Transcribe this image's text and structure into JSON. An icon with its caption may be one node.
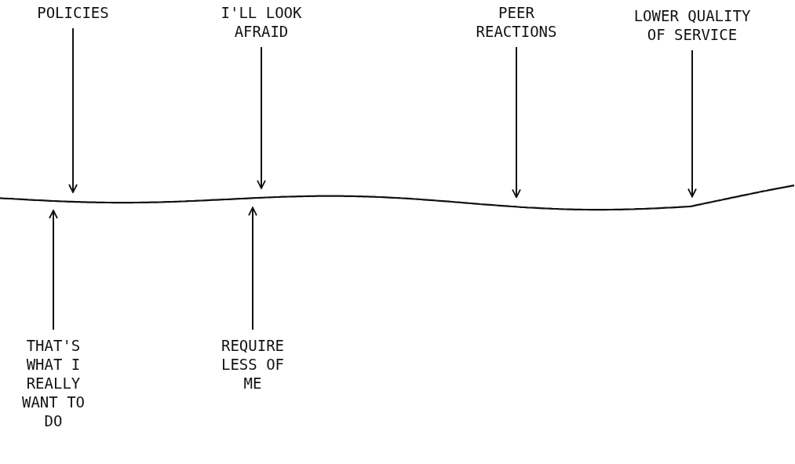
{
  "diagram": {
    "nodes": [
      {
        "text": [
          "POLICIES"
        ]
      },
      {
        "text": [
          "I'LL LOOK AFRAID"
        ]
      },
      {
        "text": [
          "PEER REACTIONS"
        ]
      },
      {
        "text": [
          "LOWER QUALITY OF SERVICE"
        ]
      },
      {
        "text": [],
        "shape": "line"
      },
      {
        "text": [
          "THAT'S WHAT I REALLY WANT TO DO"
        ]
      },
      {
        "text": [
          "REQUIRE LESS OF ME"
        ]
      }
    ],
    "edges": [
      {
        "from": 0,
        "to": 4,
        "arrow": "to"
      },
      {
        "from": 1,
        "to": 4,
        "arrow": "to"
      },
      {
        "from": 2,
        "to": 4,
        "arrow": "to"
      },
      {
        "from": 3,
        "to": 4,
        "arrow": "to"
      },
      {
        "from": 5,
        "to": 4,
        "arrow": "to"
      },
      {
        "from": 6,
        "to": 4,
        "arrow": "to"
      }
    ]
  }
}
